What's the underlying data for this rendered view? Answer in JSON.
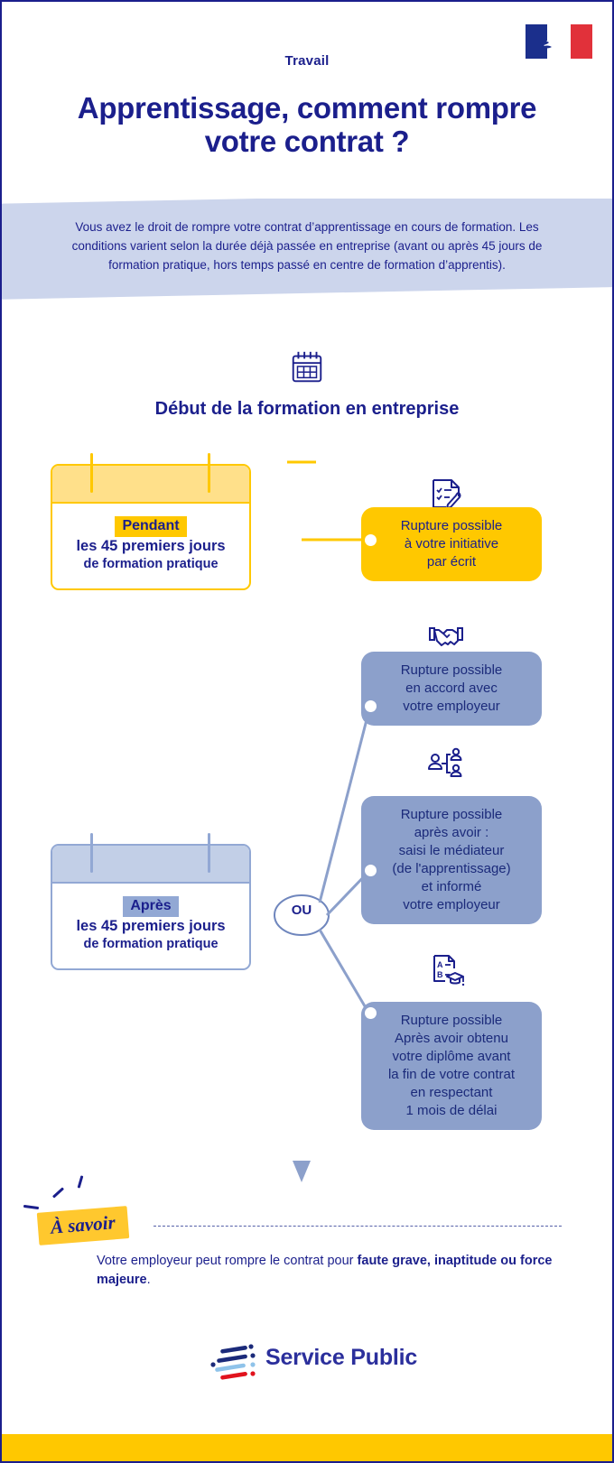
{
  "header": {
    "kicker": "Travail",
    "title": "Apprentissage, comment rompre votre contrat ?",
    "flag_icon": "french-republic-marianne-flag"
  },
  "intro": {
    "text": "Vous avez le droit de rompre votre contrat d’apprentissage en cours de formation. Les conditions varient selon la durée déjà passée en entreprise (avant ou après 45 jours de formation pratique, hors temps passé en centre de formation d’apprentis)."
  },
  "section": {
    "icon": "calendar-icon",
    "title": "Début de la formation en entreprise"
  },
  "timeline": {
    "junction_label": "OU",
    "cards": [
      {
        "id": "pendant",
        "highlight": "Pendant",
        "line1": "les 45 premiers jours",
        "line2": "de formation pratique",
        "color": "#ffc800"
      },
      {
        "id": "apres",
        "highlight": "Après",
        "line1": "les 45 premiers jours",
        "line2": "de formation pratique",
        "color": "#92a8d4"
      }
    ],
    "outcomes": [
      {
        "id": "initiative",
        "icon": "checklist-pen-icon",
        "lines": [
          "Rupture possible",
          "à votre initiative",
          "par écrit"
        ],
        "color": "#ffc800"
      },
      {
        "id": "accord",
        "icon": "handshake-icon",
        "lines": [
          "Rupture possible",
          "en accord avec",
          "votre employeur"
        ],
        "color": "#8ca0cb"
      },
      {
        "id": "mediateur",
        "icon": "mediator-people-icon",
        "lines": [
          "Rupture possible",
          "après avoir :",
          "saisi le médiateur",
          "(de l'apprentissage)",
          "et informé",
          "votre employeur"
        ],
        "color": "#8ca0cb"
      },
      {
        "id": "diplome",
        "icon": "diploma-graduation-icon",
        "lines": [
          "Rupture possible",
          "Après avoir obtenu",
          "votre diplôme avant",
          "la fin de votre contrat",
          "en respectant",
          "1 mois de délai"
        ],
        "color": "#8ca0cb"
      }
    ]
  },
  "footer": {
    "badge": "À savoir",
    "note_prefix": "Votre employeur peut rompre le contrat pour ",
    "note_bold": "faute grave, inaptitude ou force majeure",
    "note_suffix": ".",
    "logo_text": "Service Public",
    "logo_icon": "service-public-logo"
  },
  "colors": {
    "brand_blue": "#1b1f8c",
    "yellow": "#ffc800",
    "light_blue": "#8ca0cb",
    "band_blue": "#ccd5ec",
    "red": "#e1313a"
  }
}
